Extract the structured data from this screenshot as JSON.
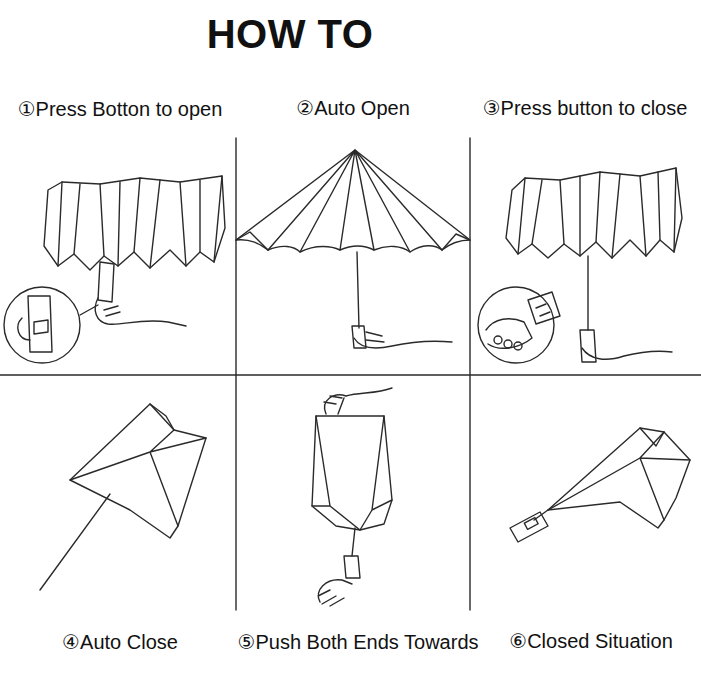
{
  "diagram": {
    "title": "HOW TO",
    "labels": [
      "①Press Botton to open",
      "②Auto Open",
      "③Press button to close",
      "④Auto Close",
      "⑤Push Both Ends Towards",
      "⑥Closed Situation"
    ]
  }
}
